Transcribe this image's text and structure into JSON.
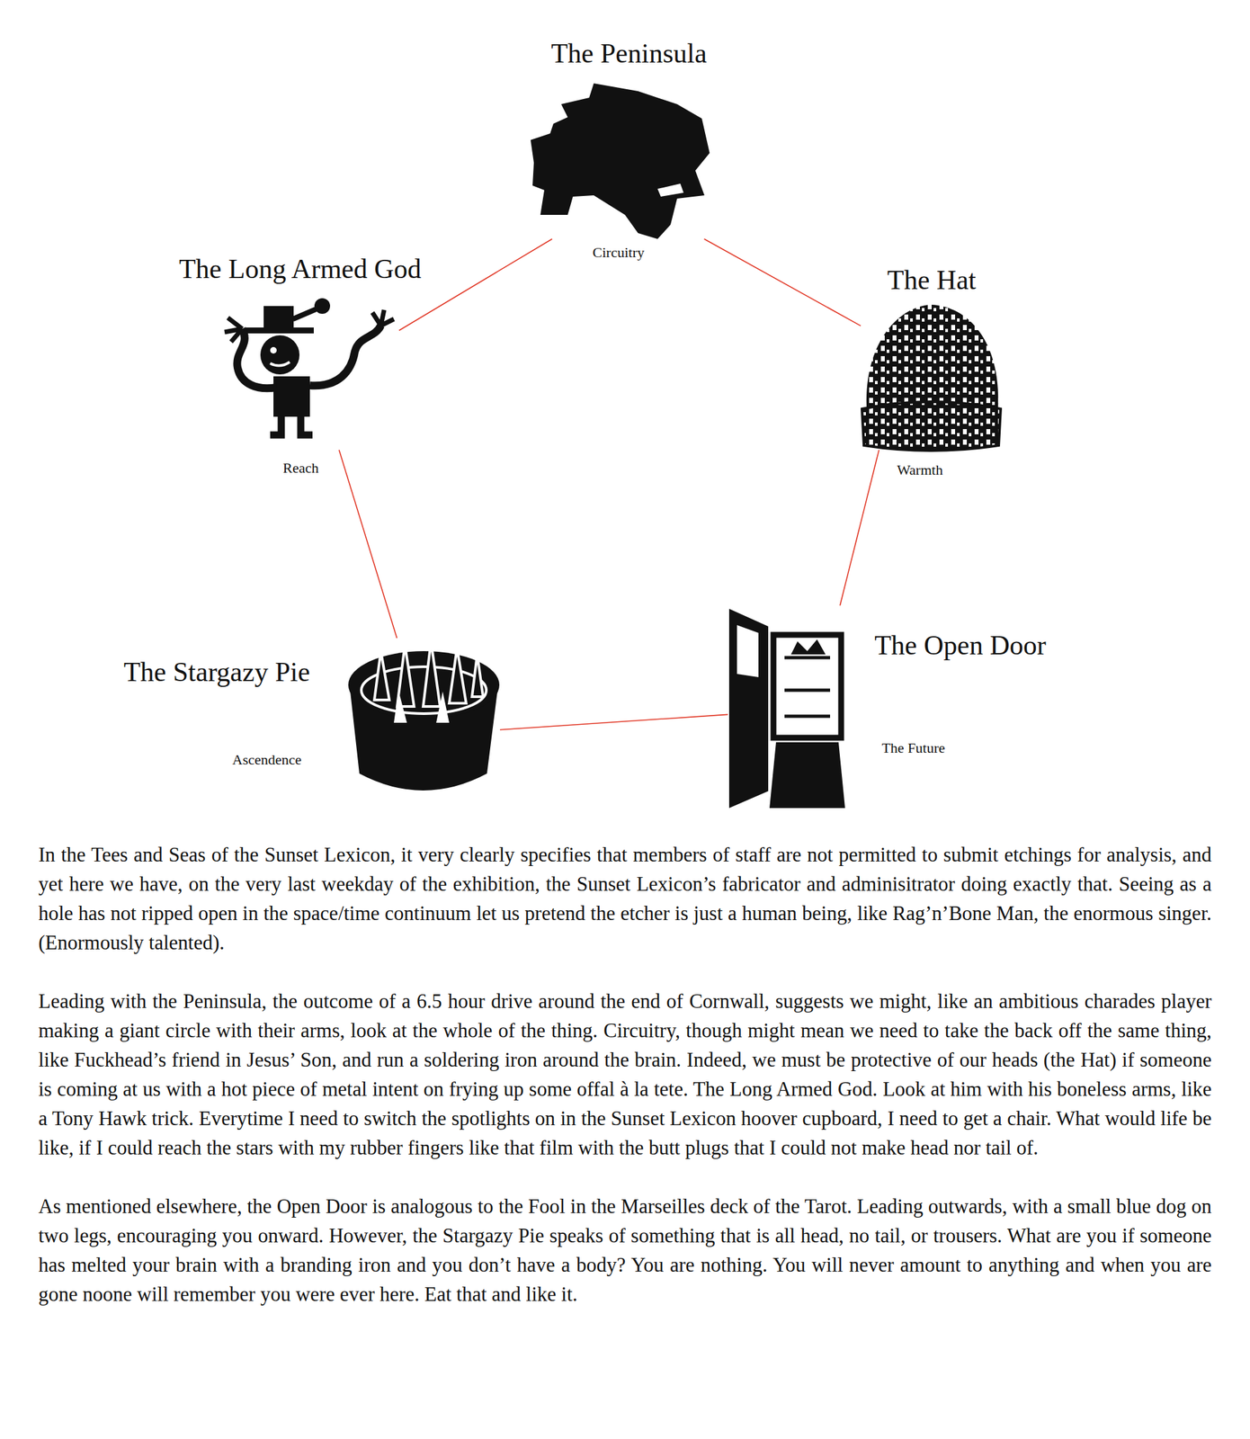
{
  "diagram": {
    "nodes": [
      {
        "text": [
          "The Peninsula",
          "Circuitry"
        ]
      },
      {
        "text": [
          "The Long Armed God",
          "Reach"
        ]
      },
      {
        "text": [
          "The Hat",
          "Warmth"
        ]
      },
      {
        "text": [
          "The Open Door",
          "The Future"
        ]
      },
      {
        "text": [
          "The Stargazy Pie",
          "Ascendence"
        ]
      }
    ],
    "edges": [
      {
        "from": 0,
        "to": 2,
        "arrow": "none"
      },
      {
        "from": 2,
        "to": 3,
        "arrow": "none"
      },
      {
        "from": 3,
        "to": 4,
        "arrow": "none"
      },
      {
        "from": 4,
        "to": 1,
        "arrow": "none"
      },
      {
        "from": 1,
        "to": 0,
        "arrow": "none"
      }
    ],
    "labels": [
      "In the Tees and Seas of the Sunset Lexicon, it very clearly specifies that members of staff are not permitted to submit etchings for analysis, and yet here we have, on the very last weekday of the exhibition, the Sunset Lexicon’s fabricator and adminisitrator doing exactly that. Seeing as a hole has not ripped open in the space/time continuum let us pretend the etcher is just a human being, like Rag’n’Bone Man, the enormous singer. (Enormously talented).",
      "Leading with the Peninsula, the outcome of a 6.5 hour drive around the end of Cornwall, suggests we might, like an ambitious charades player making a giant circle with their arms, look at the whole of the thing. Circuitry, though might mean we need to take the back off the same thing, like Fuckhead’s friend in Jesus’ Son, and run a soldering iron around the brain. Indeed, we must be protective of our heads (the Hat) if someone is coming at us with a hot piece of metal intent on frying up some offal à la tete. The Long Armed God. Look at him with his boneless arms, like a Tony Hawk trick. Everytime I need to switch the spotlights on in the Sunset Lexicon hoover cupboard, I need to get a chair. What would life be like, if I could reach the stars with my rubber fingers like that film with the butt plugs that I could not make head nor tail of.",
      "As mentioned elsewhere, the Open Door is analogous to the Fool in the Marseilles deck of the Tarot. Leading outwards, with a small blue dog on two legs, encouraging you onward. However, the Stargazy Pie speaks of something that is all head, no tail, or trousers. What are you if someone has melted your brain with a branding iron and you don’t have a body? You are nothing. You will never amount to anything and when you are gone noone will remember you were ever here. Eat that and like it."
    ]
  }
}
